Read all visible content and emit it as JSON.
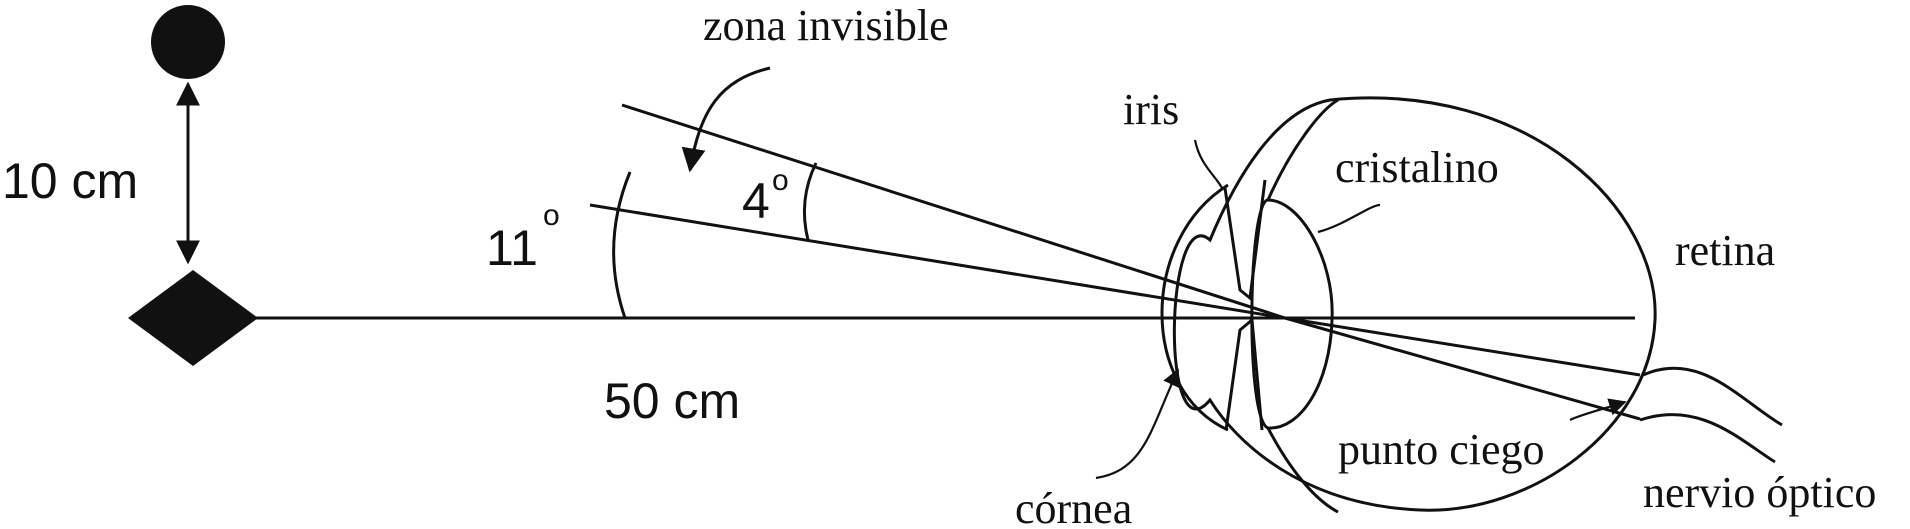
{
  "labels": {
    "zona_invisible": "zona invisible",
    "dist_vertical": "10 cm",
    "dist_horizontal": "50 cm",
    "angle_11": "11",
    "angle_4": "4",
    "degree_mark": "o",
    "iris": "iris",
    "cristalino": "cristalino",
    "retina": "retina",
    "cornea": "córnea",
    "punto_ciego": "punto ciego",
    "nervio_optico": "nervio óptico"
  },
  "colors": {
    "ink": "#111111",
    "background": "#ffffff"
  }
}
